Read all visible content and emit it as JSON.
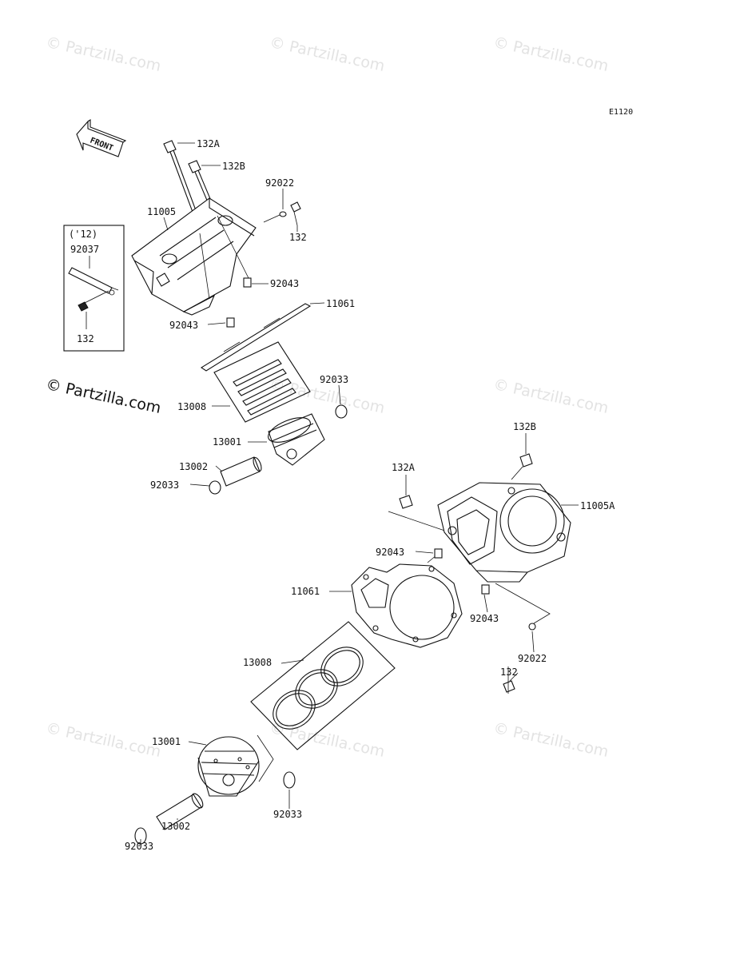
{
  "diagram_code": "E1120",
  "front_label": "FRONT",
  "watermark": {
    "text": "© Partzilla.com",
    "highlight_text": "© Partzilla.com"
  },
  "inset": {
    "note": "('12)",
    "part": "92037",
    "bolt": "132"
  },
  "upper_assembly": {
    "bolt_a": "132A",
    "bolt_b": "132B",
    "cylinder": "11005",
    "washer": "92022",
    "bolt": "132",
    "dowel_right": "92043",
    "dowel_left": "92043",
    "gasket": "11061",
    "ring_set": "13008",
    "circlip_right": "92033",
    "piston": "13001",
    "pin": "13002",
    "circlip_left": "92033"
  },
  "lower_assembly": {
    "bolt_b": "132B",
    "bolt_a": "132A",
    "cylinder": "11005A",
    "dowel_left": "92043",
    "gasket": "11061",
    "dowel_right": "92043",
    "washer": "92022",
    "bolt": "132",
    "ring_set": "13008",
    "piston": "13001",
    "circlip_right": "92033",
    "pin": "13002",
    "circlip_left": "92033"
  }
}
